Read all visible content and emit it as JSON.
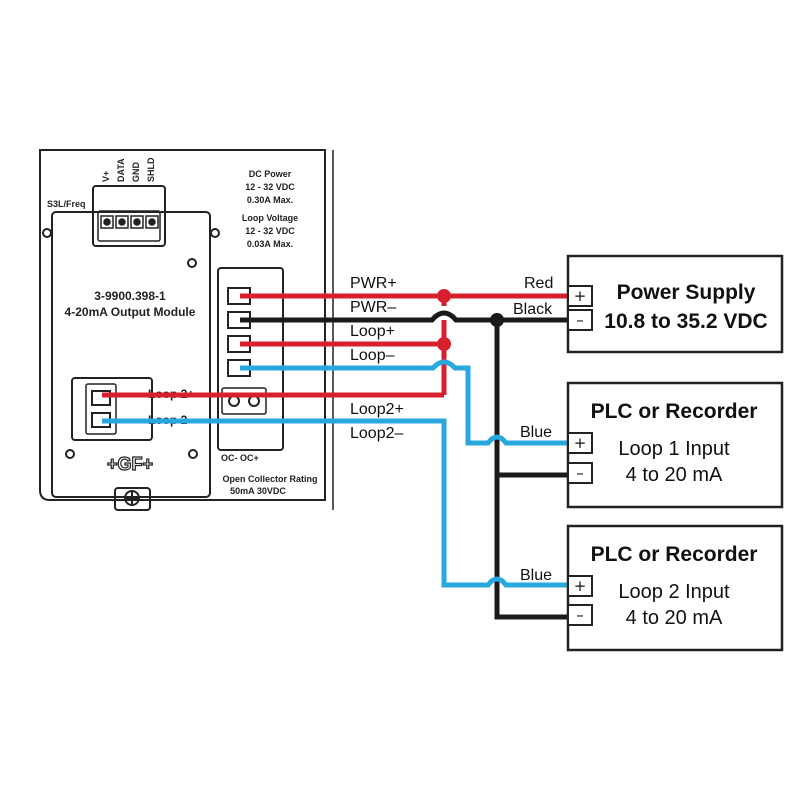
{
  "module": {
    "input_header_label": "S3L/Freq",
    "pin_labels": [
      "V+",
      "DATA",
      "GND",
      "SHLD"
    ],
    "dc_power": {
      "title": "DC Power",
      "range": "12 - 32 VDC",
      "max": "0.30A  Max."
    },
    "loop_voltage": {
      "title": "Loop Voltage",
      "range": "12 - 32 VDC",
      "max": "0.03A  Max."
    },
    "part_number": "3-9900.398-1",
    "module_name": "4-20mA  Output Module",
    "loop2_plus": "Loop 2+",
    "loop2_minus": "Loop 2-",
    "logo": "+GF+",
    "oc_labels": "OC-  OC+",
    "oc_rating_title": "Open Collector Rating",
    "oc_rating_value": "50mA  30VDC"
  },
  "wire_labels": {
    "pwr_plus": "PWR+",
    "pwr_minus": "PWR–",
    "loop_plus": "Loop+",
    "loop_minus": "Loop–",
    "loop2_plus": "Loop2+",
    "loop2_minus": "Loop2–",
    "red": "Red",
    "black": "Black",
    "blue1": "Blue",
    "blue2": "Blue"
  },
  "boxes": {
    "power_supply": {
      "title": "Power Supply",
      "subtitle": "10.8 to 35.2 VDC"
    },
    "plc1": {
      "title": "PLC or Recorder",
      "line1": "Loop 1 Input",
      "line2": "4 to 20 mA"
    },
    "plc2": {
      "title": "PLC or Recorder",
      "line1": "Loop 2 Input",
      "line2": "4 to 20 mA"
    }
  },
  "signs": {
    "plus": "+",
    "minus": "–"
  },
  "colors": {
    "red": "#d7202e",
    "black": "#1a1a1a",
    "blue": "#29a8e0",
    "outline": "#222222"
  }
}
